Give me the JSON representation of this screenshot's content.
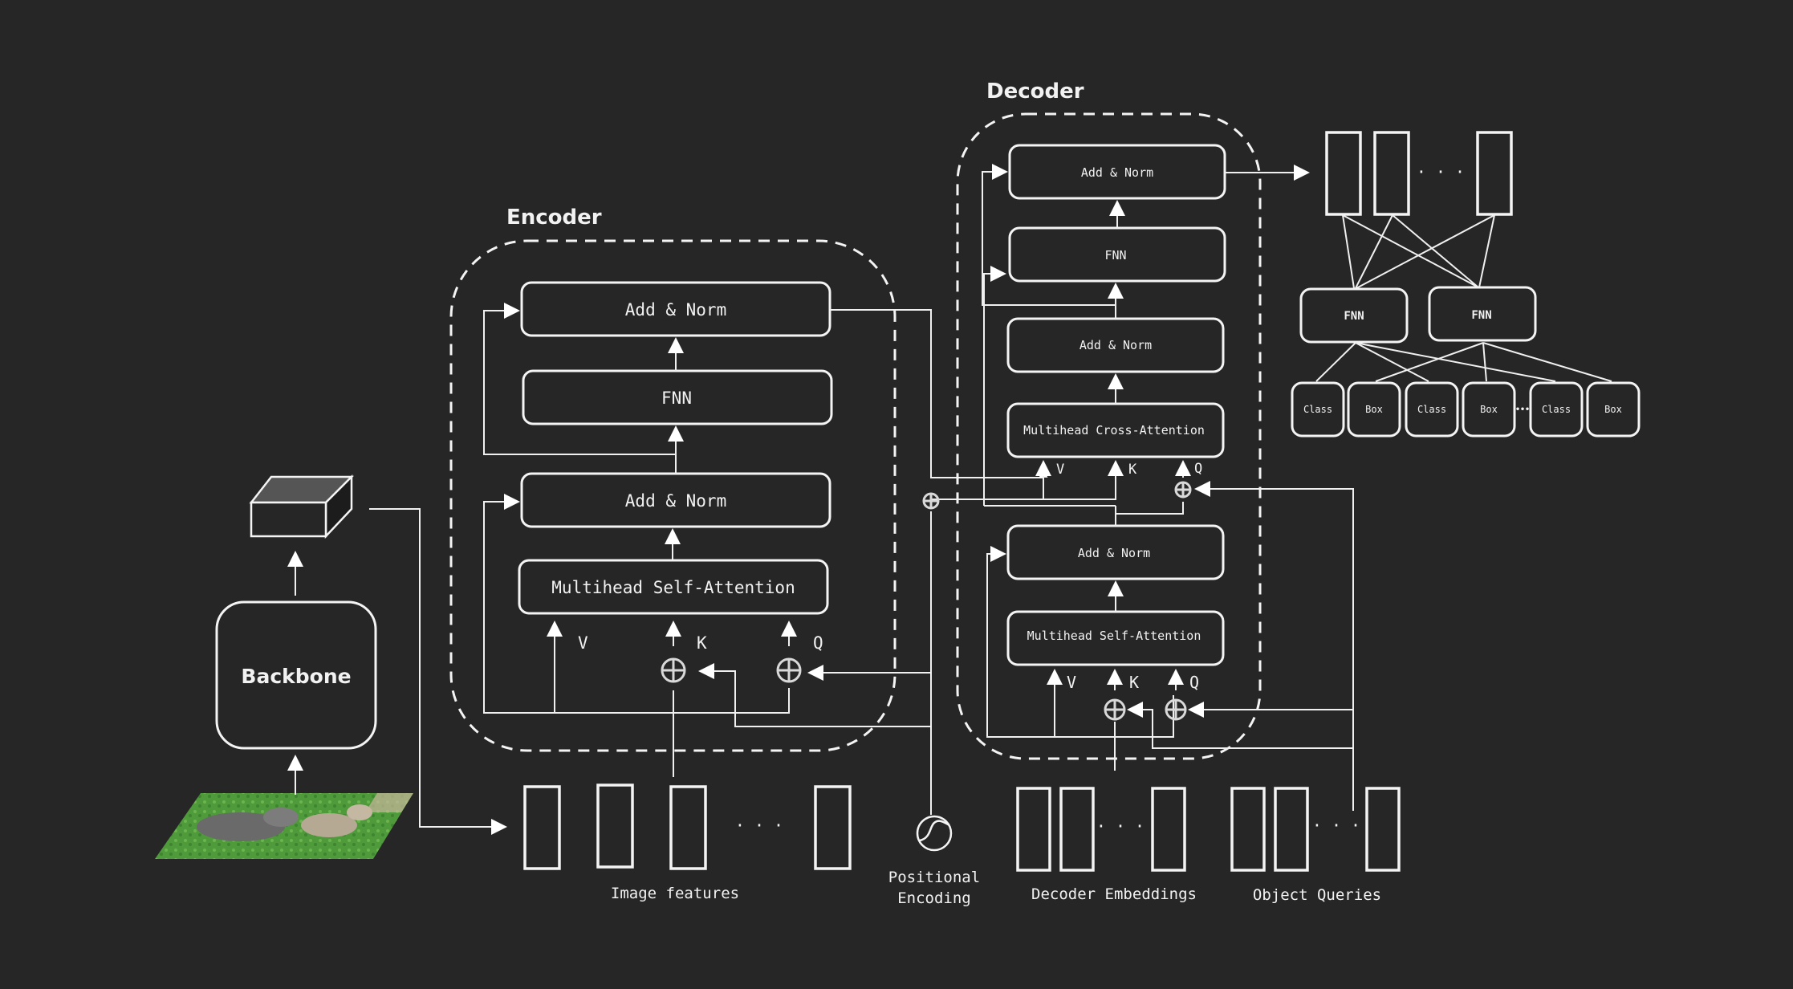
{
  "title": "DETR-style Transformer Architecture",
  "encoder": {
    "label": "Encoder",
    "blocks": [
      "Add & Norm",
      "FNN",
      "Add & Norm",
      "Multihead Self-Attention"
    ],
    "inputs": [
      "V",
      "K",
      "Q"
    ]
  },
  "decoder": {
    "label": "Decoder",
    "blocks": [
      "Add & Norm",
      "FNN",
      "Add & Norm",
      "Multihead Cross-Attention",
      "Add & Norm",
      "Multihead Self-Attention"
    ],
    "cross_inputs": [
      "V",
      "K",
      "Q"
    ],
    "self_inputs": [
      "V",
      "K",
      "Q"
    ]
  },
  "backbone": {
    "label": "Backbone"
  },
  "input_image": {
    "description": "photo of two dogs running on grass"
  },
  "bottom_labels": {
    "image_features": "Image features",
    "positional_encoding_line1": "Positional",
    "positional_encoding_line2": "Encoding",
    "decoder_embeddings": "Decoder Embeddings",
    "object_queries": "Object Queries"
  },
  "ellipsis": "· · ·",
  "prediction_heads": {
    "ffn_labels": [
      "FNN",
      "FNN"
    ],
    "outputs": [
      "Class",
      "Box",
      "Class",
      "Box",
      "Class",
      "Box"
    ],
    "small_ellipsis": "•••"
  },
  "icons": {
    "add": "circled-plus-icon",
    "positional": "sinusoid-circle-icon",
    "feature_map": "cuboid-icon"
  }
}
